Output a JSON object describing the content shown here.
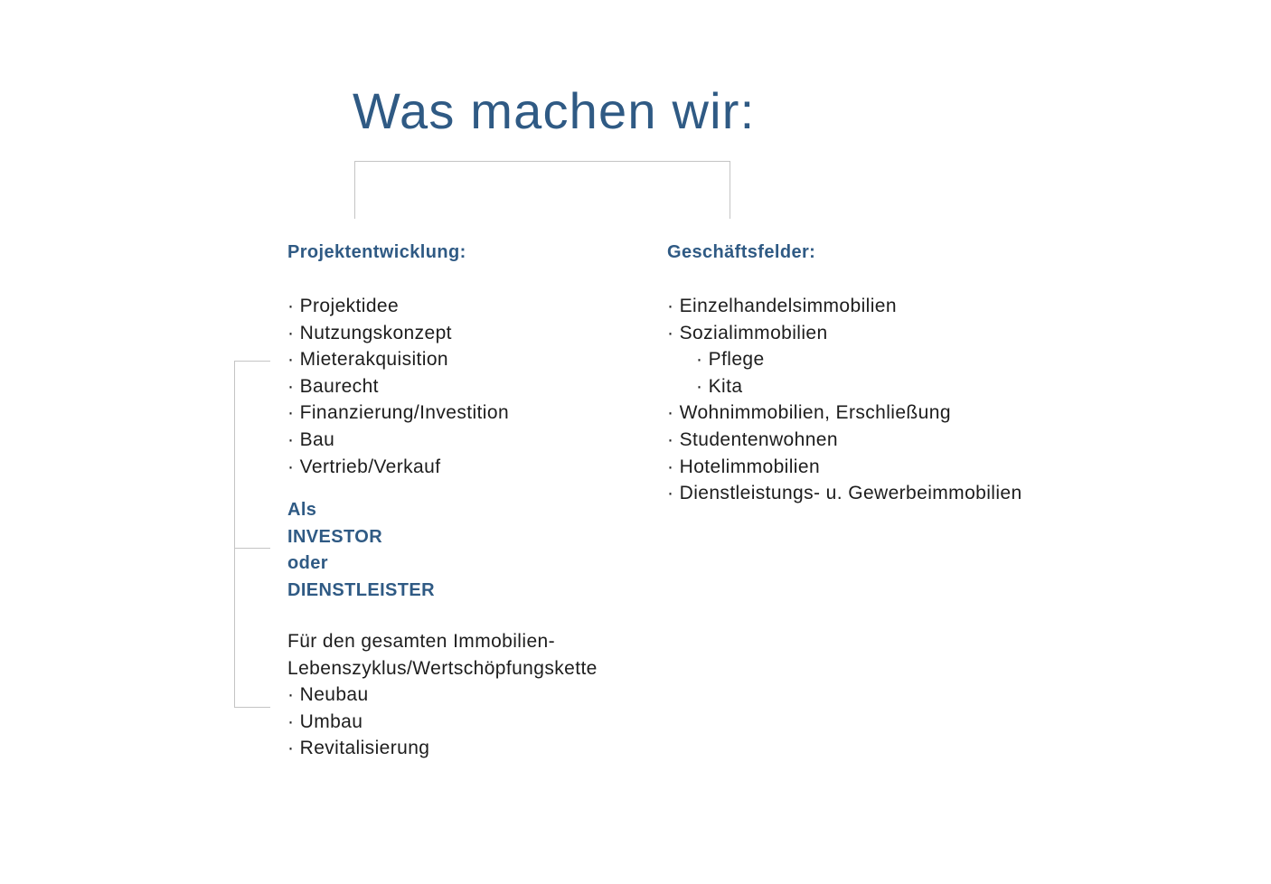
{
  "title": "Was machen wir:",
  "left": {
    "heading": "Projektentwicklung:",
    "items": [
      "· Projektidee",
      "· Nutzungskonzept",
      "· Mieterakquisition",
      "· Baurecht",
      "· Finanzierung/Investition",
      "· Bau",
      "· Vertrieb/Verkauf"
    ],
    "role": [
      "Als",
      "INVESTOR",
      "oder",
      "DIENSTLEISTER"
    ],
    "lifecycle": [
      "Für den gesamten Immobilien-",
      "Lebenszyklus/Wertschöpfungskette",
      "· Neubau",
      "· Umbau",
      "· Revitalisierung"
    ]
  },
  "right": {
    "heading": "Geschäftsfelder:",
    "items": [
      "· Einzelhandelsimmobilien",
      "· Sozialimmobilien",
      "· Pflege",
      "· Kita",
      "· Wohnimmobilien, Erschließung",
      "· Studentenwohnen",
      "· Hotelimmobilien",
      "· Dienstleistungs- u. Gewerbeimmobilien"
    ]
  },
  "colors": {
    "accent": "#2f5a84",
    "text": "#1d1d1d",
    "lines": "#c4c4c4"
  }
}
